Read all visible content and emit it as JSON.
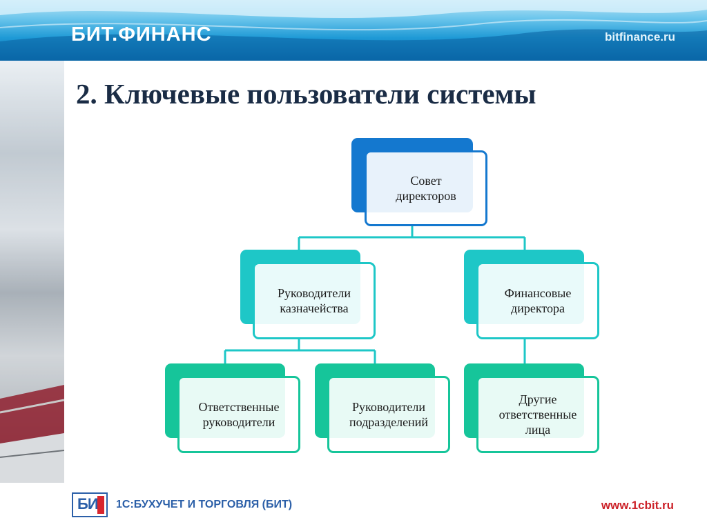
{
  "header": {
    "brand": "БИТ.ФИНАНС",
    "site": "bitfinance.ru"
  },
  "slide": {
    "title": "2. Ключевые пользователи системы"
  },
  "colors": {
    "blue": "#1478cf",
    "teal": "#1ec7c7",
    "green": "#16c59a"
  },
  "org": {
    "board": {
      "label": "Совет\nдиректоров"
    },
    "treasury_heads": {
      "label": "Руководители\nказначейства"
    },
    "finance_directors": {
      "label": "Финансовые\nдиректора"
    },
    "responsible_managers": {
      "label": "Ответственные\nруководители"
    },
    "division_heads": {
      "label": "Руководители\nподразделений"
    },
    "other_responsible": {
      "label": "Другие\nответственные\nлица"
    }
  },
  "footer": {
    "logo_text": "БИ",
    "company": "1С:БУХУЧЕТ И ТОРГОВЛЯ (БИТ)",
    "url": "www.1cbit.ru"
  }
}
